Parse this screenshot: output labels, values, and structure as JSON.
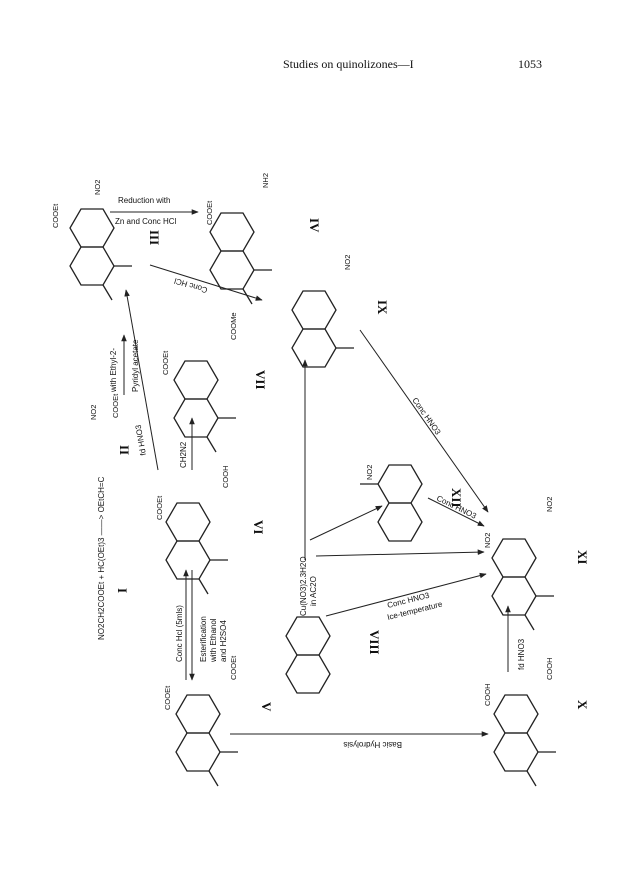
{
  "header": {
    "title": "Studies on quinolizones—I",
    "page_number": "1053"
  },
  "compounds": [
    {
      "id": "III",
      "numeral": "III",
      "substituents": [
        "COOEt",
        "NO2"
      ]
    },
    {
      "id": "IV",
      "numeral": "IV",
      "substituents": [
        "COOEt",
        "NH2"
      ]
    },
    {
      "id": "IX",
      "numeral": "IX",
      "substituents": [
        "NO2"
      ]
    },
    {
      "id": "I",
      "numeral": "I",
      "substituents": []
    },
    {
      "id": "II",
      "numeral": "II",
      "substituents": [
        "NO2",
        "COOEt"
      ]
    },
    {
      "id": "VII",
      "numeral": "VII",
      "substituents": [
        "COOEt",
        "COOMe"
      ]
    },
    {
      "id": "VI",
      "numeral": "VI",
      "substituents": [
        "COOEt",
        "COOH"
      ]
    },
    {
      "id": "XII",
      "numeral": "XII",
      "substituents": [
        "NO2"
      ]
    },
    {
      "id": "XI",
      "numeral": "XI",
      "substituents": [
        "NO2",
        "NO2"
      ]
    },
    {
      "id": "VIII",
      "numeral": "VIII",
      "substituents": []
    },
    {
      "id": "V",
      "numeral": "V",
      "substituents": [
        "COOEt",
        "COOEt"
      ]
    },
    {
      "id": "X",
      "numeral": "X",
      "substituents": [
        "COOH",
        "COOH"
      ]
    }
  ],
  "labels": {
    "reduction_1": "Reduction with",
    "reduction_2": "Zn and Conc HCl",
    "conc_hcl": "Conc HCl",
    "conc_hno3": "Conc HNO3",
    "ethyl_1": "with Ethyl-2-",
    "ethyl_2": "Pyridyl acetate",
    "fum_hno3": "fd HNO3",
    "ch2n2": "CH2N2",
    "reactants": "NO2CH2COOEt + HC(OEt)3 ——> OEtCH=C",
    "conc_hcl_5": "Conc Hcl (5mls)",
    "esterif_1": "Esterification",
    "esterif_2": "with Ethanol",
    "esterif_3": "and H2SO4",
    "cu_1": "Cu(NO3)2.3H2O",
    "cu_2": "in AC2O",
    "conc_hno3_xii": "Conc HNO3",
    "conc_hno3_ice_1": "Conc HNO3",
    "conc_hno3_ice_2": "Ice-temperature",
    "basic_hydrolysis": "Basic Hydrolysis",
    "fd_hno3_x": "fd HNO3"
  }
}
